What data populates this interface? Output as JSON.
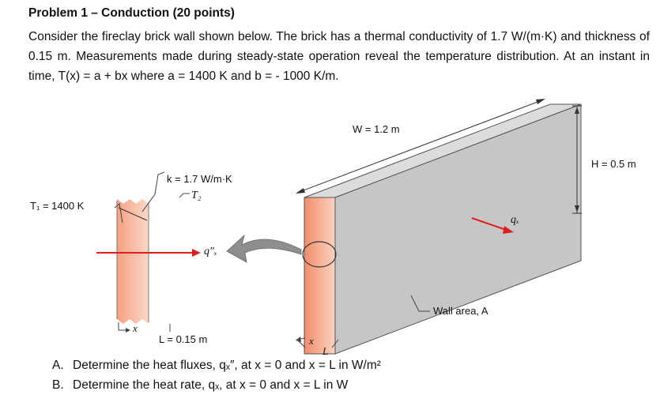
{
  "problem": {
    "title": "Problem 1 – Conduction (20 points)",
    "statement": "Consider the fireclay brick wall shown below. The brick has a thermal conductivity of 1.7 W/(m·K) and thickness of 0.15 m. Measurements made during steady-state operation reveal the temperature distribution. At an instant in time, T(x) = a + bx where a = 1400 K and b = - 1000 K/m."
  },
  "figure": {
    "labels": {
      "width": "W = 1.2 m",
      "height": "H = 0.5 m",
      "conductivity": "k = 1.7 W/m·K",
      "t1": "T₁ = 1400 K",
      "t2": "T₂",
      "flux": "q″ₓ",
      "length": "L = 0.15 m",
      "heat_rate": "qₓ",
      "area": "Wall area, A",
      "x_small": "x",
      "x_wall": "x",
      "l_wall": "L"
    },
    "colors": {
      "wall_face": "#f7a889",
      "wall_top": "#d8d8d8",
      "wall_side": "#c7c7c7",
      "arrow_red": "#e01e1e",
      "arrow_gray": "#8e8e8e"
    }
  },
  "questions": [
    {
      "letter": "A.",
      "text": "Determine the heat fluxes, qₓ″, at x = 0 and x = L in W/m²"
    },
    {
      "letter": "B.",
      "text": "Determine the heat rate, qₓ, at x = 0 and x = L in W"
    }
  ]
}
